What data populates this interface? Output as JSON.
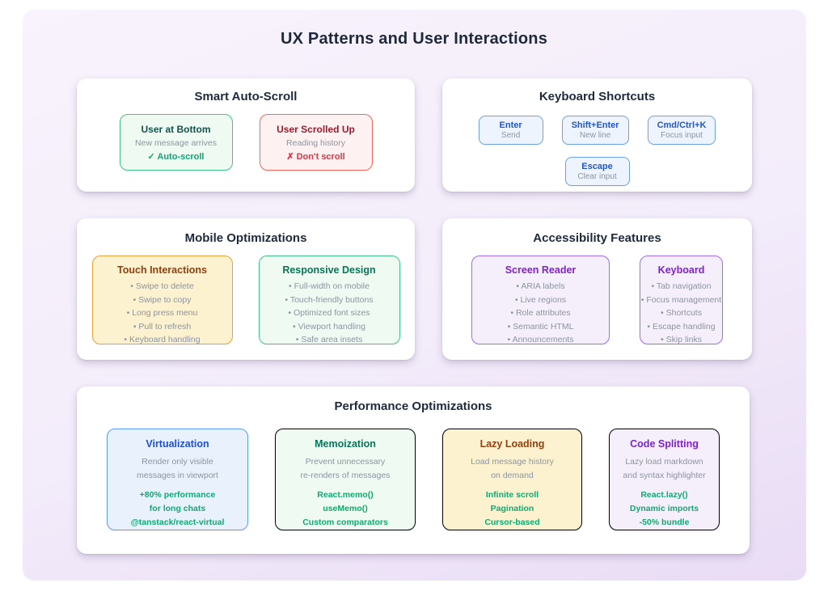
{
  "title": "UX Patterns and User Interactions",
  "colors": {
    "canvas_top": "#f8f3fc",
    "canvas_bottom": "#e9dcf5",
    "heading": "#1e2a3b",
    "muted_text": "#8d94a0",
    "green_border": "#41c48b",
    "green_success": "#16a374",
    "red_border": "#f2685c",
    "red_danger": "#dc3545",
    "blue_border": "#6fa0ec",
    "blue_key": "#2356c7",
    "yellow_border": "#e8a33b",
    "brown_title": "#92400e",
    "purple_border": "#9c6ef0",
    "purple_title": "#7e22ce",
    "perf_blue_title": "#1d4ed8",
    "metric_green": "#10a972"
  },
  "auto_scroll": {
    "title": "Smart Auto-Scroll",
    "bottom_card": {
      "title": "User at Bottom",
      "subtitle": "New message arrives",
      "action": "✓ Auto-scroll"
    },
    "scrolled_card": {
      "title": "User Scrolled Up",
      "subtitle": "Reading history",
      "action": "✗ Don't scroll"
    }
  },
  "shortcuts": {
    "title": "Keyboard Shortcuts",
    "keys": [
      {
        "key": "Enter",
        "action": "Send"
      },
      {
        "key": "Shift+Enter",
        "action": "New line"
      },
      {
        "key": "Cmd/Ctrl+K",
        "action": "Focus input"
      },
      {
        "key": "Escape",
        "action": "Clear input"
      }
    ]
  },
  "mobile": {
    "title": "Mobile Optimizations",
    "touch": {
      "title": "Touch Interactions",
      "items": [
        "Swipe to delete",
        "Swipe to copy",
        "Long press menu",
        "Pull to refresh",
        "Keyboard handling"
      ]
    },
    "responsive": {
      "title": "Responsive Design",
      "items": [
        "Full-width on mobile",
        "Touch-friendly buttons",
        "Optimized font sizes",
        "Viewport handling",
        "Safe area insets"
      ]
    }
  },
  "accessibility": {
    "title": "Accessibility Features",
    "screen_reader": {
      "title": "Screen Reader",
      "items": [
        "ARIA labels",
        "Live regions",
        "Role attributes",
        "Semantic HTML",
        "Announcements"
      ]
    },
    "keyboard": {
      "title": "Keyboard",
      "items": [
        "Tab navigation",
        "Focus management",
        "Shortcuts",
        "Escape handling",
        "Skip links"
      ]
    }
  },
  "performance": {
    "title": "Performance Optimizations",
    "cards": [
      {
        "title": "Virtualization",
        "desc": [
          "Render only visible",
          "messages in viewport"
        ],
        "highlights": [
          "+80% performance",
          "for long chats",
          "@tanstack/react-virtual"
        ]
      },
      {
        "title": "Memoization",
        "desc": [
          "Prevent unnecessary",
          "re-renders of messages"
        ],
        "highlights": [
          "React.memo()",
          "useMemo()",
          "Custom comparators"
        ]
      },
      {
        "title": "Lazy Loading",
        "desc": [
          "Load message history",
          "on demand"
        ],
        "highlights": [
          "Infinite scroll",
          "Pagination",
          "Cursor-based"
        ]
      },
      {
        "title": "Code Splitting",
        "desc": [
          "Lazy load markdown",
          "and syntax highlighter"
        ],
        "highlights": [
          "React.lazy()",
          "Dynamic imports",
          "-50% bundle"
        ]
      }
    ]
  }
}
